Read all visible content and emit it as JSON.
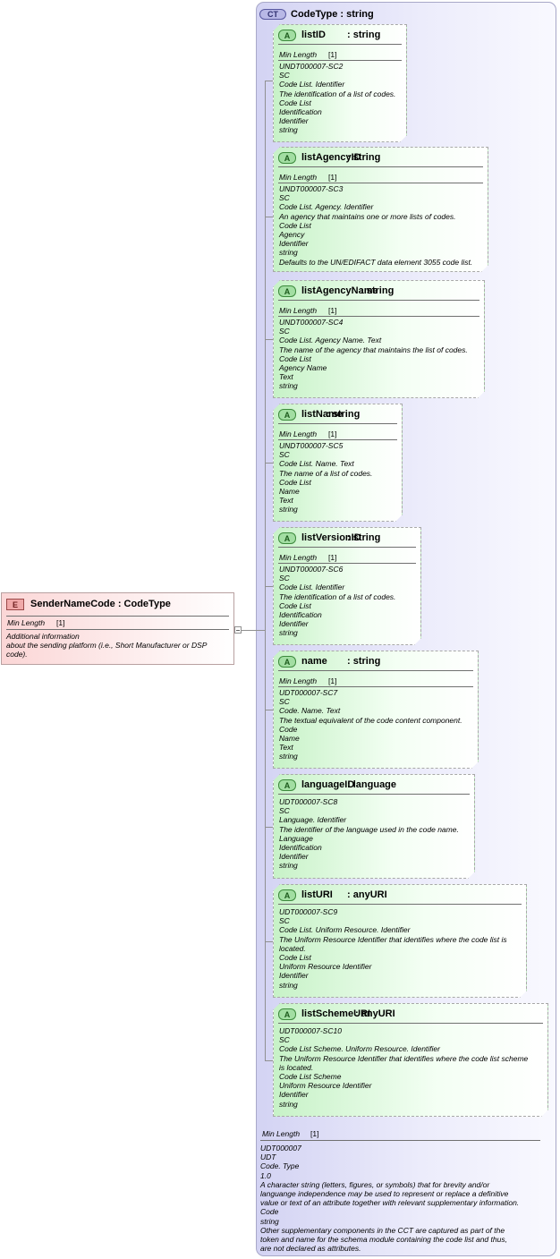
{
  "element": {
    "badge": "E",
    "name": "SenderNameCode",
    "type": "CodeType",
    "facet_label": "Min Length",
    "facet_value": "[1]",
    "doc": [
      "Additional information",
      "   about the sending platform (i.e., Short Manufacturer or DSP",
      "code)."
    ]
  },
  "complex_type": {
    "badge": "CT",
    "name": "CodeType",
    "type": "string",
    "facet_label": "Min Length",
    "facet_value": "[1]",
    "doc": [
      "UDT000007",
      "UDT",
      "Code. Type",
      "1.0",
      "A character string (letters, figures, or symbols) that for brevity and/or",
      "languange independence may be used to represent or replace a definitive",
      "value or text of an attribute together with relevant supplementary information.",
      "Code",
      "string",
      "Other supplementary components in the CCT are captured as part of the",
      "token and name for the schema module containing the code list and thus,",
      "are not declared as attributes."
    ]
  },
  "attributes": [
    {
      "badge": "A",
      "name": "listID",
      "type": "string",
      "facet_label": "Min Length",
      "facet_value": "[1]",
      "doc": [
        "UNDT000007-SC2",
        "SC",
        "Code List. Identifier",
        "The identification of a list of codes.",
        "Code List",
        "Identification",
        "Identifier",
        "string"
      ]
    },
    {
      "badge": "A",
      "name": "listAgencyID",
      "type": "string",
      "facet_label": "Min Length",
      "facet_value": "[1]",
      "doc": [
        "UNDT000007-SC3",
        "SC",
        "Code List. Agency. Identifier",
        "An agency that maintains one or more lists of codes.",
        "Code List",
        "Agency",
        "Identifier",
        "string",
        "Defaults to the UN/EDIFACT data element 3055 code list."
      ]
    },
    {
      "badge": "A",
      "name": "listAgencyName",
      "type": "string",
      "facet_label": "Min Length",
      "facet_value": "[1]",
      "doc": [
        "UNDT000007-SC4",
        "SC",
        "Code List. Agency Name. Text",
        "The name of the agency that maintains the list of codes.",
        "Code List",
        "Agency Name",
        "Text",
        "string"
      ]
    },
    {
      "badge": "A",
      "name": "listName",
      "type": "string",
      "facet_label": "Min Length",
      "facet_value": "[1]",
      "doc": [
        "UNDT000007-SC5",
        "SC",
        "Code List. Name. Text",
        "The name of a list of codes.",
        "Code List",
        "Name",
        "Text",
        "string"
      ]
    },
    {
      "badge": "A",
      "name": "listVersionID",
      "type": "string",
      "facet_label": "Min Length",
      "facet_value": "[1]",
      "doc": [
        "UNDT000007-SC6",
        "SC",
        "Code List. Identifier",
        "The identification of a list of codes.",
        "Code List",
        "Identification",
        "Identifier",
        "string"
      ]
    },
    {
      "badge": "A",
      "name": "name",
      "type": "string",
      "facet_label": "Min Length",
      "facet_value": "[1]",
      "doc": [
        "UDT000007-SC7",
        "SC",
        "Code. Name. Text",
        "The textual equivalent of the code content component.",
        "Code",
        "Name",
        "Text",
        "string"
      ]
    },
    {
      "badge": "A",
      "name": "languageID",
      "type": "language",
      "doc": [
        "UDT000007-SC8",
        "SC",
        "Language. Identifier",
        "The identifier of the language used in the code name.",
        "Language",
        "Identification",
        "Identifier",
        "string"
      ]
    },
    {
      "badge": "A",
      "name": "listURI",
      "type": "anyURI",
      "doc": [
        "UDT000007-SC9",
        "SC",
        "Code List. Uniform Resource. Identifier",
        "The Uniform Resource Identifier that identifies where the code list is",
        "located.",
        "Code List",
        "Uniform Resource Identifier",
        "Identifier",
        "string"
      ]
    },
    {
      "badge": "A",
      "name": "listSchemeURI",
      "type": "anyURI",
      "doc": [
        "UDT000007-SC10",
        "SC",
        "Code List Scheme. Uniform Resource. Identifier",
        "The Uniform Resource Identifier that identifies where the code list scheme",
        "is located.",
        "Code List Scheme",
        "Uniform Resource Identifier",
        "Identifier",
        "string"
      ]
    }
  ]
}
